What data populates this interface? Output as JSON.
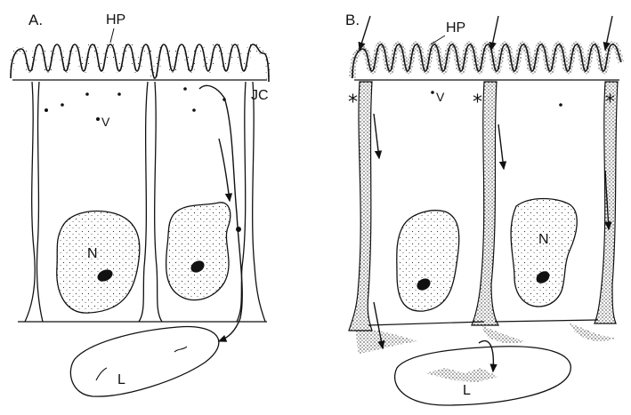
{
  "panel_a": {
    "title": "A.",
    "labels": {
      "hp": "HP",
      "jc": "JC",
      "v": "V",
      "n": "N",
      "l": "L"
    }
  },
  "panel_b": {
    "title": "B.",
    "labels": {
      "hp": "HP",
      "v": "V",
      "n": "N",
      "l": "L",
      "star": "*"
    }
  }
}
